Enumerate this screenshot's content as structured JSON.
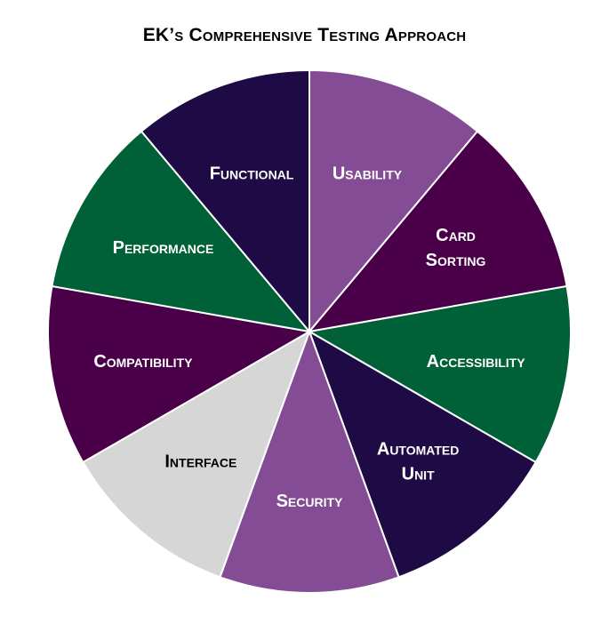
{
  "chart_data": {
    "type": "pie",
    "title": "EK’s Comprehensive  Testing Approach",
    "categories": [
      "Usability",
      "Card Sorting",
      "Accessibility",
      "Automated Unit",
      "Security",
      "Interface",
      "Compatibility",
      "Performance",
      "Functional"
    ],
    "values": [
      1,
      1,
      1,
      1,
      1,
      1,
      1,
      1,
      1
    ],
    "labels": [
      [
        "Usability"
      ],
      [
        "Card",
        "Sorting"
      ],
      [
        "Accessibility"
      ],
      [
        "Automated",
        "Unit"
      ],
      [
        "Security"
      ],
      [
        "Interface"
      ],
      [
        "Compatibility"
      ],
      [
        "Performance"
      ],
      [
        "Functional"
      ]
    ],
    "colors": [
      "#844c94",
      "#4a0048",
      "#006038",
      "#1e0a44",
      "#844c94",
      "#d6d6d6",
      "#4a0048",
      "#006038",
      "#1e0a44"
    ],
    "label_colors": [
      "#ffffff",
      "#ffffff",
      "#ffffff",
      "#ffffff",
      "#ffffff",
      "#000000",
      "#ffffff",
      "#ffffff",
      "#ffffff"
    ],
    "legend": "none"
  }
}
